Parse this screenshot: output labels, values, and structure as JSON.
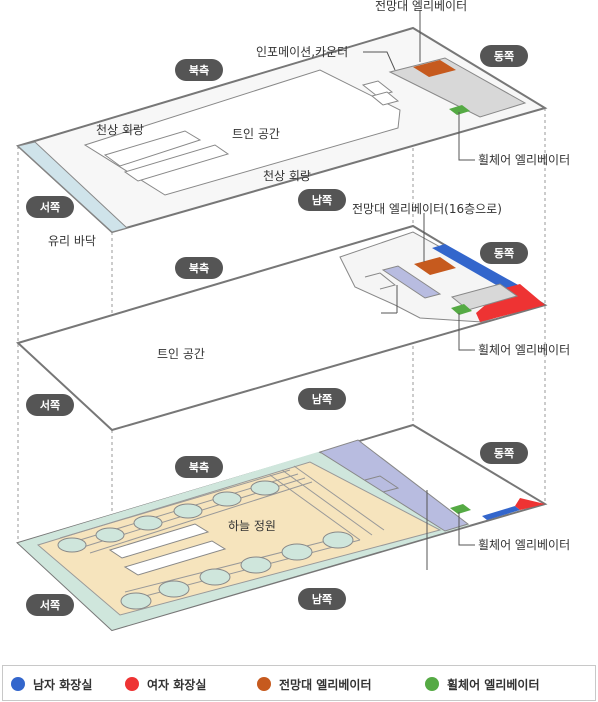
{
  "directions": {
    "north": "북측",
    "east": "동쪽",
    "south": "남쪽",
    "west": "서쪽"
  },
  "labels": {
    "observatory_elevator": "전망대 엘리베이터",
    "info_counter": "인포메이션,카운터",
    "skywalk_1": "천상 회랑",
    "twin_space": "트인 공간",
    "skywalk_2": "천상 회랑",
    "wheelchair_elevator": "휠체어 엘리베이터",
    "glass_floor": "유리 바닥",
    "observatory_elevator_16f": "전망대 엘리베이터(16층으로)",
    "twin_space_2": "트인 공간",
    "wheelchair_elevator_2": "휠체어 엘리베이터",
    "sky_garden": "하늘 정원",
    "wheelchair_elevator_3": "휠체어 엘리베이터"
  },
  "legend": [
    {
      "label": "남자 화장실",
      "color": "#3366cc"
    },
    {
      "label": "여자 화장실",
      "color": "#ee3333"
    },
    {
      "label": "전망대 엘리베이터",
      "color": "#c65a1e"
    },
    {
      "label": "휠체어 엘리베이터",
      "color": "#55aa44"
    }
  ],
  "colors": {
    "floor_outline": "#777777",
    "glass": "#cfe3ea",
    "grey_block": "#d8d8d8",
    "lavender": "#b8bce0",
    "garden": "#f6e4bd",
    "garden_edge": "#cfe6dc",
    "pill": "#555555"
  }
}
